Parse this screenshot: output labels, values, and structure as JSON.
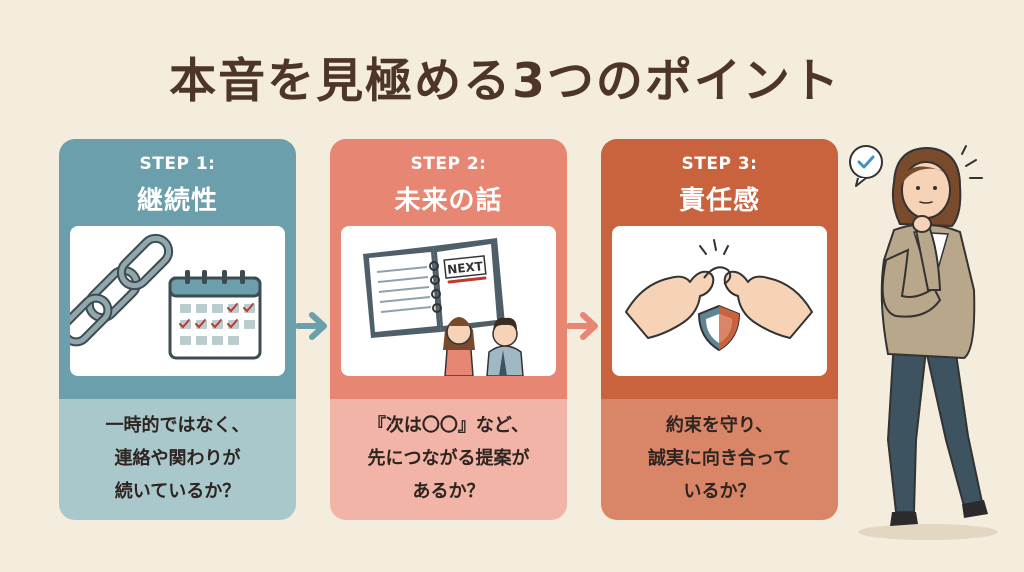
{
  "title": "本音を見極める3つのポイント",
  "steps": [
    {
      "label": "STEP 1:",
      "heading": "継続性",
      "illustration": "chain-link-and-calendar",
      "lines": [
        "一時的ではなく、",
        "連絡や関わりが",
        "続いているか？"
      ]
    },
    {
      "label": "STEP 2:",
      "heading": "未来の話",
      "illustration": "notebook-and-couple",
      "notebook_text": "NEXT",
      "lines": [
        "『次は〇〇』など、",
        "先につながる提案が",
        "あるか？"
      ]
    },
    {
      "label": "STEP 3:",
      "heading": "責任感",
      "illustration": "pinky-promise-and-shield",
      "lines": [
        "約束を守り、",
        "誠実に向き合って",
        "いるか？"
      ]
    }
  ],
  "colors": {
    "background": "#f4ecdd",
    "title": "#4e3529",
    "step1_top": "#6a9fab",
    "step1_bottom": "#a9c8cc",
    "step2_top": "#e88674",
    "step2_bottom": "#f1b4a6",
    "step3_top": "#c9633e",
    "step3_bottom": "#d98668",
    "arrow1": "#6a9fab",
    "arrow2": "#e88674"
  },
  "icons": {
    "arrow": "right-arrow-icon",
    "check": "check-bubble-icon",
    "person": "thinking-woman-illustration"
  }
}
